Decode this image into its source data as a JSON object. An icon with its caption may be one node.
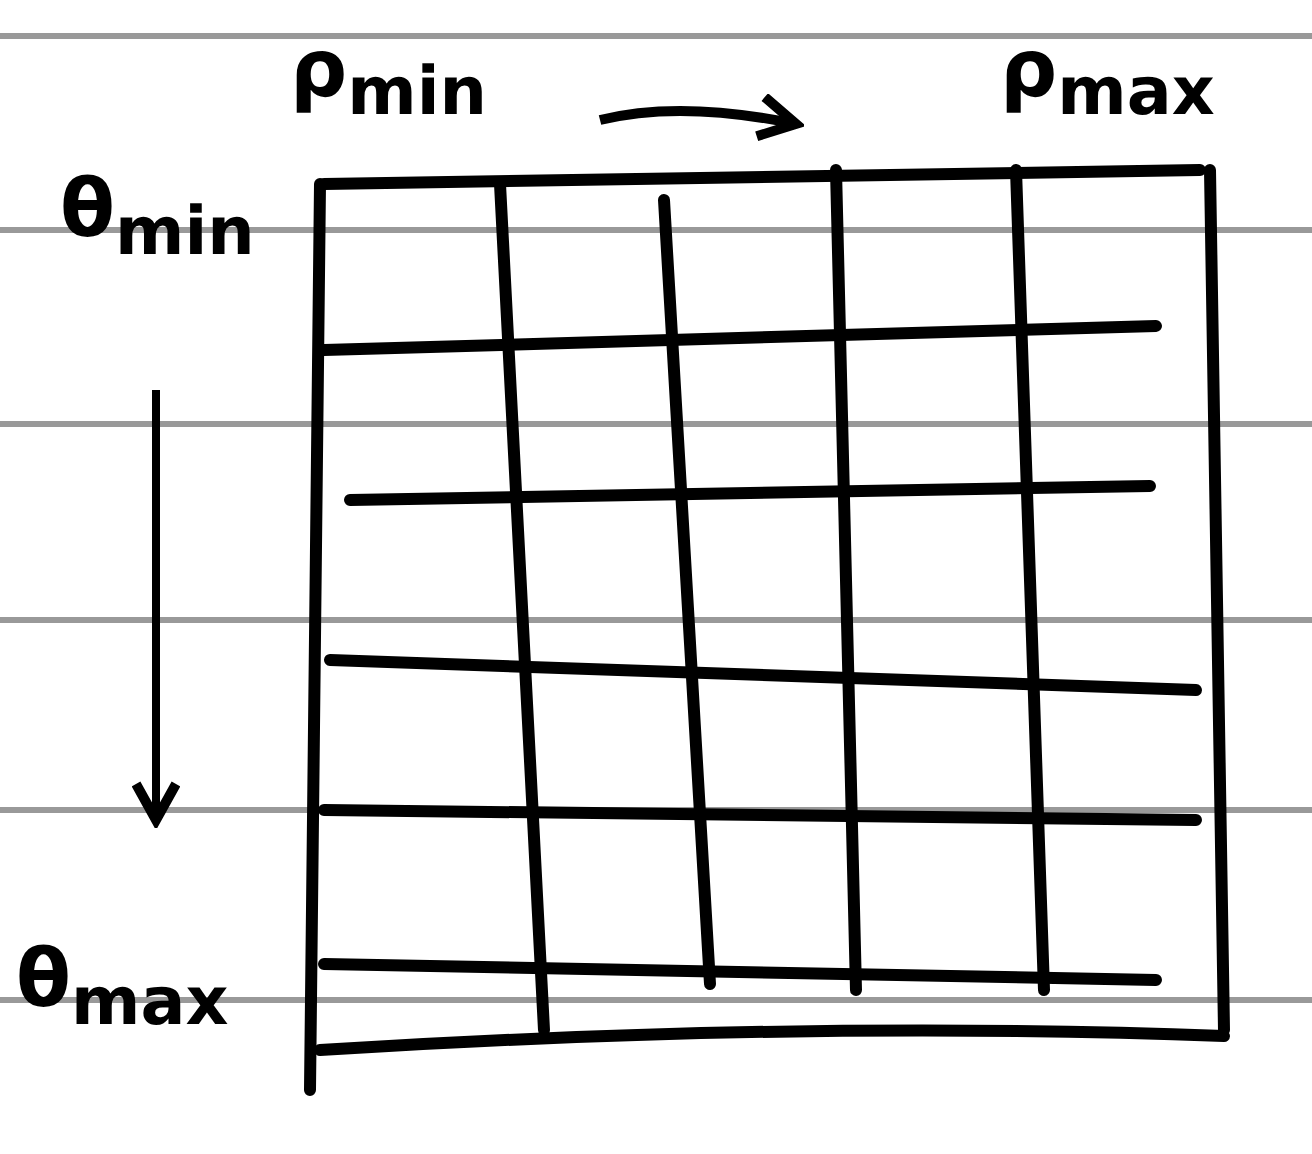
{
  "diagram": {
    "labels": [
      "ρ$_{min}$",
      "ρ$_{max}$",
      "θ$_{min}$",
      "θ$_{max}$"
    ]
  }
}
